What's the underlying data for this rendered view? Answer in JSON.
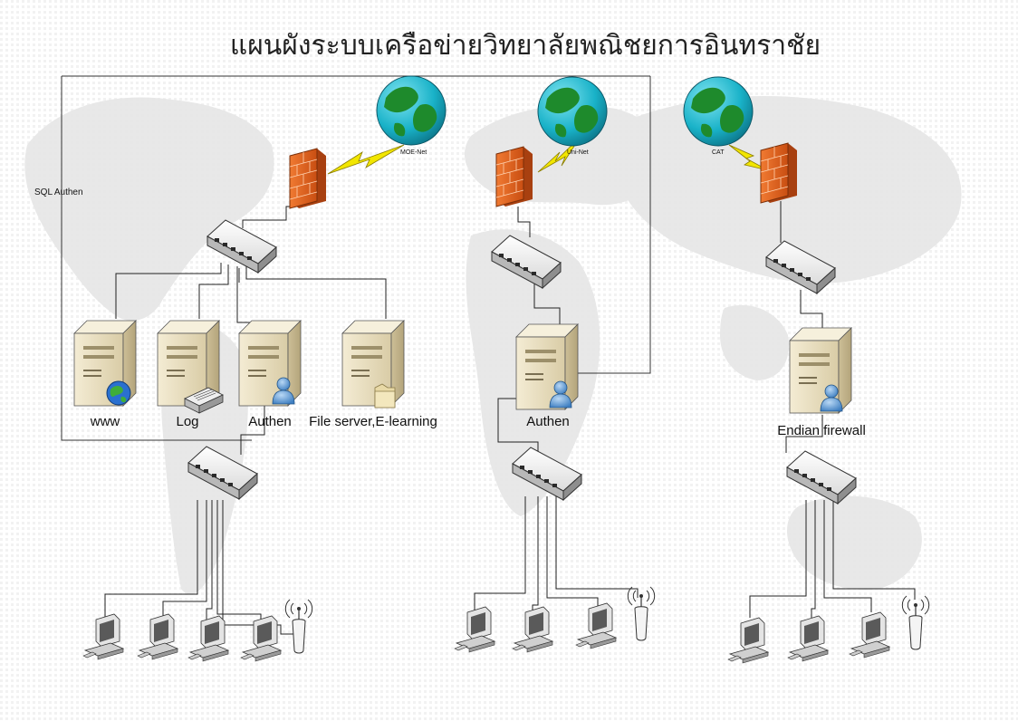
{
  "title": "แผนผังระบบเครือข่ายวิทยาลัยพณิชยการอินทราชัย",
  "labels": {
    "sql_authen": "SQL Authen",
    "moe_net": "MOE-Net",
    "uni_net": "Uni-Net",
    "cat": "CAT",
    "www": "www",
    "log": "Log",
    "authen_1": "Authen",
    "file_server": "File server,E-learning",
    "authen_2": "Authen",
    "endian_firewall": "Endian firewall"
  },
  "colors": {
    "link": "#222222",
    "wan_link": "#f2e600",
    "firewall": "#e0601c",
    "globe_ocean": "#19b2c8",
    "globe_land": "#1e8a2c",
    "server_body": "#e6dcbf",
    "map_land": "#e7e7e7"
  },
  "icons": {
    "globe": "globe-icon",
    "firewall": "firewall-icon",
    "switch": "switch-icon",
    "server": "server-icon",
    "workstation": "workstation-icon",
    "access_point": "wireless-access-point-icon",
    "user": "user-icon",
    "folder": "folder-icon",
    "printer": "printer-icon"
  }
}
